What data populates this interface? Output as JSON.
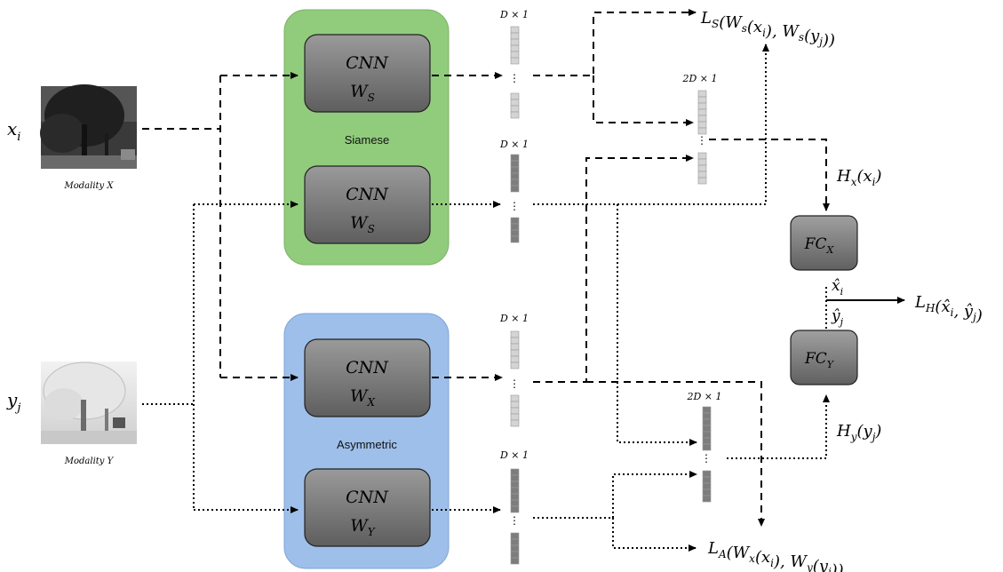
{
  "inputs": {
    "x": {
      "symbol": "x",
      "sub": "i",
      "caption": "Modality X"
    },
    "y": {
      "symbol": "y",
      "sub": "j",
      "caption": "Modality Y"
    }
  },
  "groups": {
    "siamese": {
      "label": "Siamese",
      "color": "#8fc97a"
    },
    "asymmetric": {
      "label": "Asymmetric",
      "color": "#9cbde8"
    }
  },
  "cnn": [
    {
      "title": "CNN",
      "w": "W",
      "sub": "S"
    },
    {
      "title": "CNN",
      "w": "W",
      "sub": "S"
    },
    {
      "title": "CNN",
      "w": "W",
      "sub": "X"
    },
    {
      "title": "CNN",
      "w": "W",
      "sub": "Y"
    }
  ],
  "vectors": {
    "single": "D × 1",
    "concat": "2D × 1"
  },
  "fc": [
    {
      "name": "FC",
      "sub": "X"
    },
    {
      "name": "FC",
      "sub": "Y"
    }
  ],
  "labels": {
    "hx": {
      "main": "H",
      "sub": "x",
      "arg": "(x",
      "argsub": "i",
      "close": ")"
    },
    "hy": {
      "main": "H",
      "sub": "y",
      "arg": "(y",
      "argsub": "j",
      "close": ")"
    },
    "xhat": {
      "main": "x̂",
      "sub": "i"
    },
    "yhat": {
      "main": "ŷ",
      "sub": "j"
    }
  },
  "losses": {
    "ls": "L_S(W_s(x_i), W_s(y_j))",
    "la": "L_A(W_x(x_i), W_y(y_j))",
    "lh": "L_H(x̂_i, ŷ_j)"
  },
  "colors": {
    "cnn_fill": "#6f6f6f",
    "fc_fill": "#7a7a7a",
    "vec_light": "#d4d4d4",
    "vec_dark": "#7d7d7d"
  }
}
